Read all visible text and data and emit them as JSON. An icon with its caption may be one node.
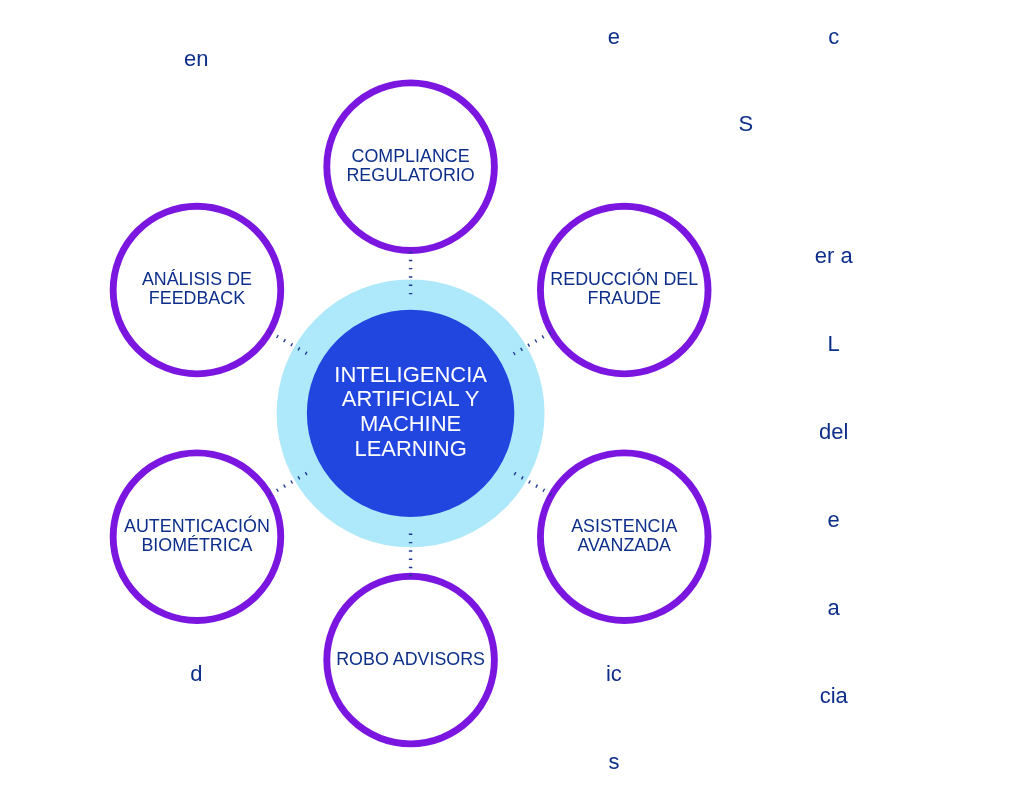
{
  "diagram": {
    "nodes": [
      {
        "text": [
          "INTELIGENCIA ARTIFICIAL Y MACHINE LEARNING"
        ]
      },
      {
        "text": [
          "ANÁLISIS DE FEEDBACK"
        ]
      },
      {
        "text": [
          "AUTENTICACIÓN BIOMÉTRICA"
        ]
      },
      {
        "text": [
          "ROBO ADVISORS"
        ]
      },
      {
        "text": [
          "REDUCCIÓN DEL FRAUDE"
        ]
      },
      {
        "text": [
          "ASISTENCIA AVANZADA"
        ]
      },
      {
        "text": [
          "COMPLIANCE REGULATORIO"
        ]
      }
    ],
    "edges": [
      {
        "from": 1,
        "to": 0,
        "arrow": "none"
      },
      {
        "from": 2,
        "to": 0,
        "arrow": "none"
      },
      {
        "from": 3,
        "to": 0,
        "arrow": "none"
      },
      {
        "from": 0,
        "to": 4,
        "arrow": "none"
      },
      {
        "from": 5,
        "to": 0,
        "arrow": "none"
      },
      {
        "from": 0,
        "to": 6,
        "arrow": "none"
      }
    ],
    "labels": [
      "S",
      "ic",
      "en",
      "d",
      "cia",
      "a",
      "e",
      "del",
      "L",
      "er a",
      "c",
      "e",
      "s"
    ]
  }
}
